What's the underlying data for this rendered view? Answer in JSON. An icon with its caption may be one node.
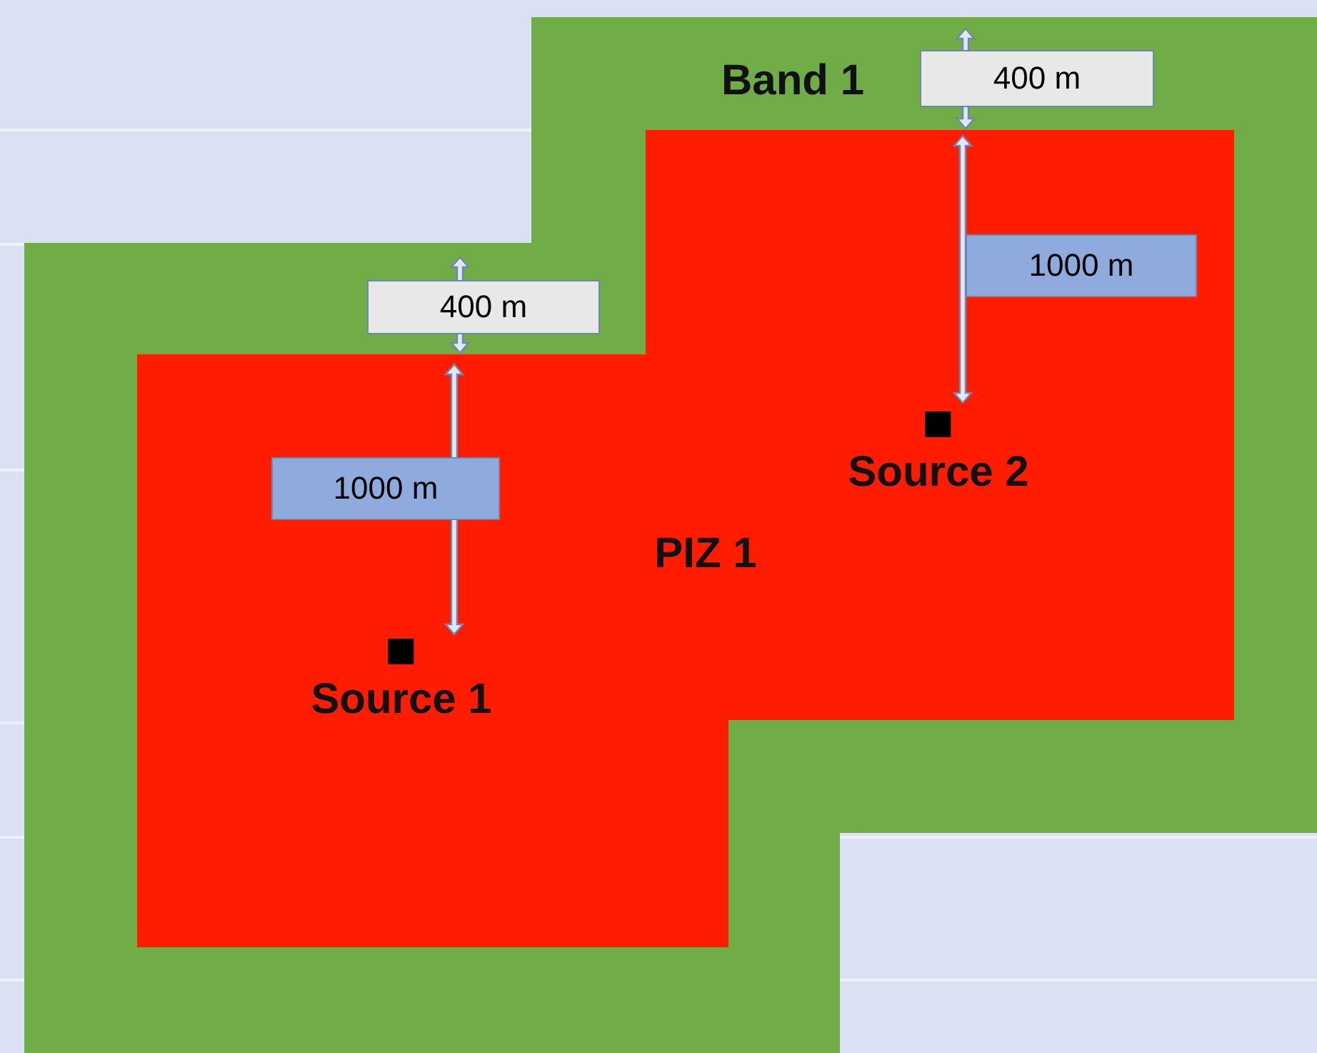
{
  "diagram": {
    "nodes": [
      {
        "text": [
          "Band 1"
        ]
      },
      {
        "text": [
          "PIZ 1"
        ],
        "in": 0
      },
      {
        "text": [
          "Source 1"
        ],
        "in": 1
      },
      {
        "text": [
          "Source 2"
        ],
        "in": 1
      }
    ],
    "labels": [
      "400 m",
      "1000 m",
      "400 m",
      "1000 m"
    ]
  }
}
